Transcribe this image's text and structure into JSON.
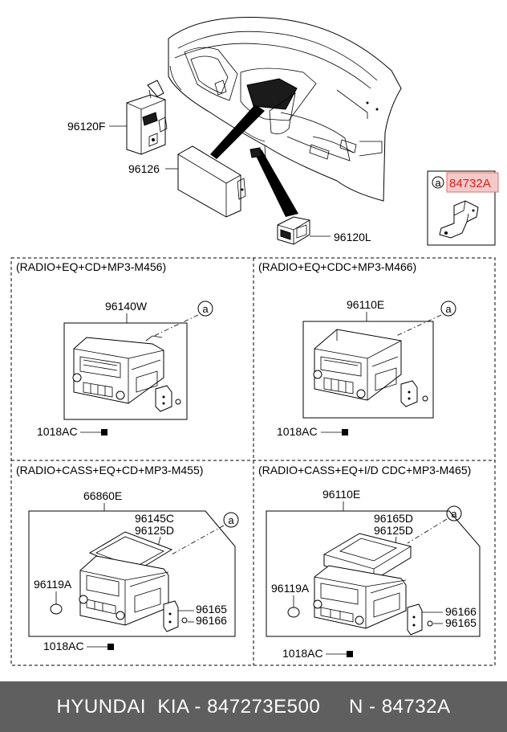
{
  "parts": {
    "p96120F": "96120F",
    "p96126": "96126",
    "p96120L": "96120L",
    "p84732A": "84732A",
    "callout_a": "a"
  },
  "sections": [
    {
      "title": "(RADIO+EQ+CD+MP3-M456)",
      "unit": "96140W",
      "screw": "1018AC",
      "ref": "a"
    },
    {
      "title": "(RADIO+EQ+CDC+MP3-M466)",
      "unit": "96110E",
      "screw": "1018AC",
      "ref": "a"
    },
    {
      "title": "(RADIO+CASS+EQ+CD+MP3-M455)",
      "unit": "66860E",
      "sub1": "96145C",
      "sub2": "96125D",
      "knob": "96119A",
      "br1": "96165",
      "br2": "96166",
      "screw": "1018AC",
      "ref": "a"
    },
    {
      "title": "(RADIO+CASS+EQ+I/D CDC+MP3-M465)",
      "unit": "96110E",
      "sub1": "96165D",
      "sub2": "96125D",
      "knob": "96119A",
      "br1": "96166",
      "br2": "96165",
      "screw": "1018AC",
      "ref": "a"
    }
  ],
  "highlight_color": "#f6c9c9",
  "highlight_text_color": "#d42020",
  "footer": {
    "text": "HYUNDAI  KIA - 847273E500     N - 84732A"
  }
}
